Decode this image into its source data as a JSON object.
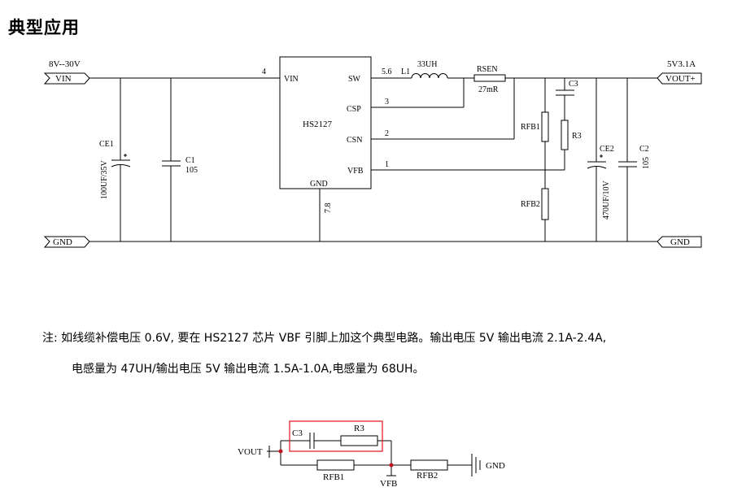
{
  "title": "典型应用",
  "schematic": {
    "vin_range": "8V--30V",
    "vin_label": "VIN",
    "gnd_label": "GND",
    "vout_spec": "5V3.1A",
    "vout_label": "VOUT+",
    "ic": {
      "name": "HS2127",
      "pins": {
        "vin": "VIN",
        "sw": "SW",
        "csp": "CSP",
        "csn": "CSN",
        "vfb": "VFB",
        "gnd": "GND"
      },
      "pin_numbers": {
        "vin": "4",
        "sw": "5.6",
        "csp": "3",
        "csn": "2",
        "vfb": "1",
        "gnd": "7.8"
      }
    },
    "inductor": {
      "ref": "L1",
      "value": "33UH"
    },
    "rsen": {
      "ref": "RSEN",
      "value": "27mR"
    },
    "ce1": {
      "ref": "CE1",
      "value": "100UF/35V"
    },
    "c1": {
      "ref": "C1",
      "value": "105"
    },
    "c3": "C3",
    "r3": "R3",
    "rfb1": "RFB1",
    "rfb2": "RFB2",
    "ce2": {
      "ref": "CE2",
      "value": "470UF/10V"
    },
    "c2": {
      "ref": "C2",
      "value": "105"
    }
  },
  "note": {
    "line1": "注: 如线缆补偿电压 0.6V, 要在 HS2127 芯片 VBF 引脚上加这个典型电路。输出电压 5V 输出电流 2.1A-2.4A,",
    "line2": "电感量为 47UH/输出电压 5V 输出电流 1.5A-1.0A,电感量为 68UH。"
  },
  "sub_circuit": {
    "vout": "VOUT",
    "c3": "C3",
    "r3": "R3",
    "rfb1": "RFB1",
    "rfb2": "RFB2",
    "vfb": "VFB",
    "gnd": "GND",
    "highlight_color": "#e0141e"
  }
}
